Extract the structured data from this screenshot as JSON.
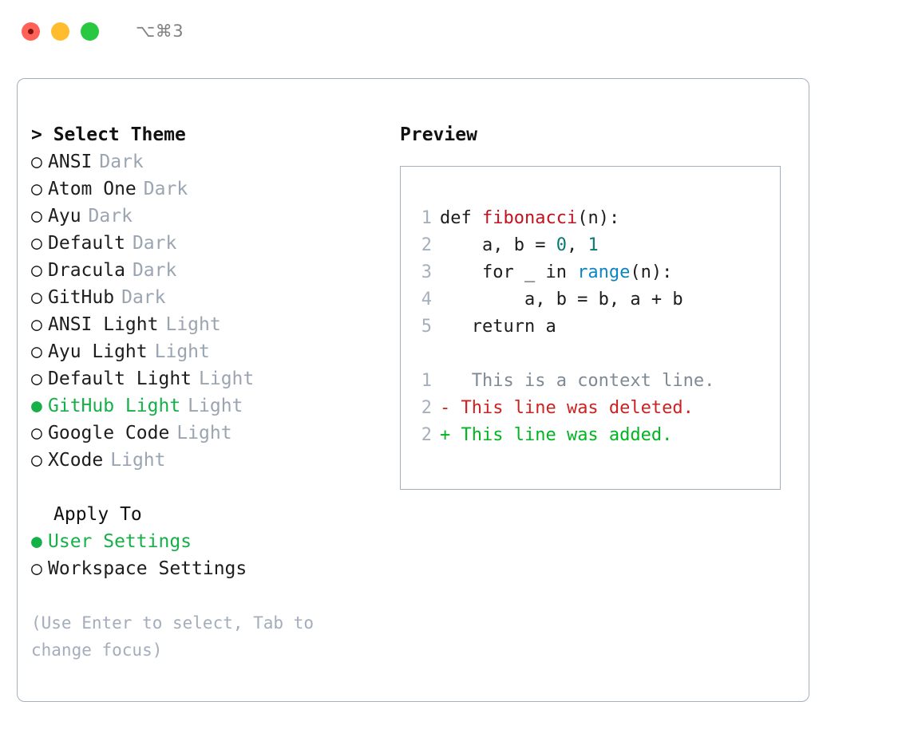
{
  "titlebar": {
    "dots": [
      {
        "name": "close",
        "color": "#ff6159"
      },
      {
        "name": "minimize",
        "color": "#ffbd2e"
      },
      {
        "name": "maximize",
        "color": "#28c840"
      }
    ],
    "shortcut": "⌥⌘3"
  },
  "theme_list": {
    "header": "> Select Theme",
    "selected_bullet": "●",
    "unselected_bullet": "○",
    "accent_color": "#16b049",
    "items": [
      {
        "name": "ANSI",
        "kind": "Dark",
        "selected": false
      },
      {
        "name": "Atom One",
        "kind": "Dark",
        "selected": false
      },
      {
        "name": "Ayu",
        "kind": "Dark",
        "selected": false
      },
      {
        "name": "Default",
        "kind": "Dark",
        "selected": false
      },
      {
        "name": "Dracula",
        "kind": "Dark",
        "selected": false
      },
      {
        "name": "GitHub",
        "kind": "Dark",
        "selected": false
      },
      {
        "name": "ANSI Light",
        "kind": "Light",
        "selected": false
      },
      {
        "name": "Ayu Light",
        "kind": "Light",
        "selected": false
      },
      {
        "name": "Default Light",
        "kind": "Light",
        "selected": false
      },
      {
        "name": "GitHub Light",
        "kind": "Light",
        "selected": true
      },
      {
        "name": "Google Code",
        "kind": "Light",
        "selected": false
      },
      {
        "name": "XCode",
        "kind": "Light",
        "selected": false
      }
    ]
  },
  "apply_to": {
    "header": "Apply To",
    "items": [
      {
        "name": "User Settings",
        "selected": true
      },
      {
        "name": "Workspace Settings",
        "selected": false
      }
    ]
  },
  "help": {
    "text": "(Use Enter to select, Tab to change focus)"
  },
  "preview": {
    "title": "Preview",
    "code_lines": [
      {
        "no": "1",
        "segments": [
          {
            "t": "def ",
            "cls": "code-text"
          },
          {
            "t": "fibonacci",
            "cls": "tok-fn"
          },
          {
            "t": "(n):",
            "cls": "code-text"
          }
        ]
      },
      {
        "no": "2",
        "segments": [
          {
            "t": "    a, b = ",
            "cls": "code-text"
          },
          {
            "t": "0",
            "cls": "tok-num"
          },
          {
            "t": ", ",
            "cls": "code-text"
          },
          {
            "t": "1",
            "cls": "tok-num"
          }
        ]
      },
      {
        "no": "3",
        "segments": [
          {
            "t": "    for _ in ",
            "cls": "code-text"
          },
          {
            "t": "range",
            "cls": "tok-builtin"
          },
          {
            "t": "(n):",
            "cls": "code-text"
          }
        ]
      },
      {
        "no": "4",
        "segments": [
          {
            "t": "        a, b = b, a + b",
            "cls": "code-text"
          }
        ]
      },
      {
        "no": "5",
        "segments": [
          {
            "t": "   return a",
            "cls": "code-text"
          }
        ]
      }
    ],
    "diff_lines": [
      {
        "no": "1",
        "marker": " ",
        "text": "  This is a context line.",
        "cls": "diff-ctx"
      },
      {
        "no": "2",
        "marker": "-",
        "text": " This line was deleted.",
        "cls": "diff-del"
      },
      {
        "no": "2",
        "marker": "+",
        "text": " This line was added.",
        "cls": "diff-add"
      }
    ]
  }
}
